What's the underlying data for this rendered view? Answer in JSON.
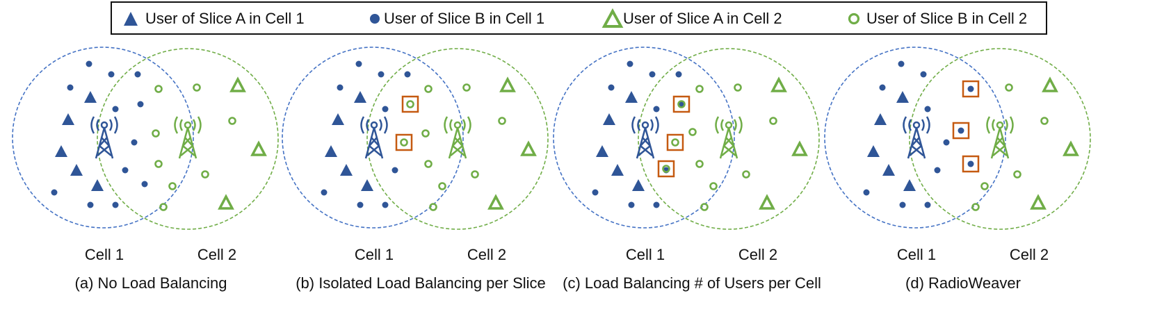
{
  "colors": {
    "slice_a_cell1": "#2F5597",
    "slice_b_cell1": "#2F5597",
    "cell1": "#4472C4",
    "cell2": "#70AD47",
    "highlight": "#C55A11"
  },
  "legend": [
    {
      "symbol": "triangle-filled",
      "label": "User of Slice A in Cell 1"
    },
    {
      "symbol": "dot-filled",
      "label": "User of Slice B in Cell 1"
    },
    {
      "symbol": "triangle-hollow",
      "label": "User of Slice A in Cell 2"
    },
    {
      "symbol": "ring-hollow",
      "label": "User of Slice B in Cell 2"
    }
  ],
  "panels": [
    {
      "cell1_label": "Cell 1",
      "cell2_label": "Cell 2",
      "caption": "(a) No Load Balancing",
      "highlighted_users": 0
    },
    {
      "cell1_label": "Cell 1",
      "cell2_label": "Cell 2",
      "caption": "(b) Isolated Load Balancing per Slice",
      "highlighted_users": 2
    },
    {
      "cell1_label": "Cell 1",
      "cell2_label": "Cell 2",
      "caption": "(c) Load Balancing # of Users per Cell",
      "highlighted_users": 3
    },
    {
      "cell1_label": "Cell 1",
      "cell2_label": "Cell 2",
      "caption": "(d) RadioWeaver",
      "highlighted_users": 3
    }
  ]
}
